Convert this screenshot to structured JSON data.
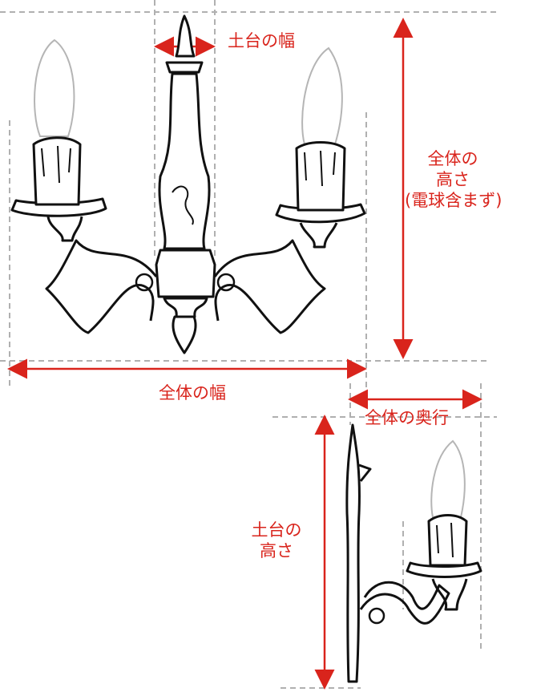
{
  "labels": {
    "base_width": "土台の幅",
    "total_height_line1": "全体の",
    "total_height_line2": "高さ",
    "total_height_note": "(電球含まず)",
    "total_width": "全体の幅",
    "total_depth": "全体の奥行",
    "base_height_line1": "土台の",
    "base_height_line2": "高さ"
  },
  "colors": {
    "dimension": "#d9241c",
    "guide": "#b0b0b0",
    "drawing": "#111111",
    "bulb": "#b5b5b5"
  }
}
